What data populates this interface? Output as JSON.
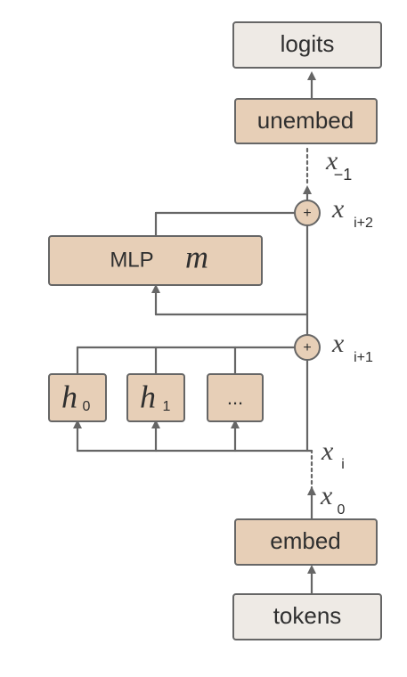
{
  "diagram": {
    "boxes": {
      "logits": "logits",
      "unembed": "unembed",
      "mlp_label": "MLP",
      "mlp_symbol": "m",
      "head0_symbol": "h",
      "head0_sub": "0",
      "head1_symbol": "h",
      "head1_sub": "1",
      "head_more": "...",
      "embed": "embed",
      "tokens": "tokens"
    },
    "labels": {
      "x_last": "x",
      "x_last_sub": "−1",
      "x_i_plus_2": "x",
      "x_i_plus_2_sub": "i+2",
      "x_i_plus_1": "x",
      "x_i_plus_1_sub": "i+1",
      "x_i": "x",
      "x_i_sub": "i",
      "x_0": "x",
      "x_0_sub": "0"
    },
    "sum_nodes": {
      "top": "+",
      "bottom": "+"
    },
    "colors": {
      "tan_fill": "#E7CFB7",
      "gray_fill": "#EEEAE5",
      "line": "#666666",
      "box_stroke": "#666666"
    }
  }
}
